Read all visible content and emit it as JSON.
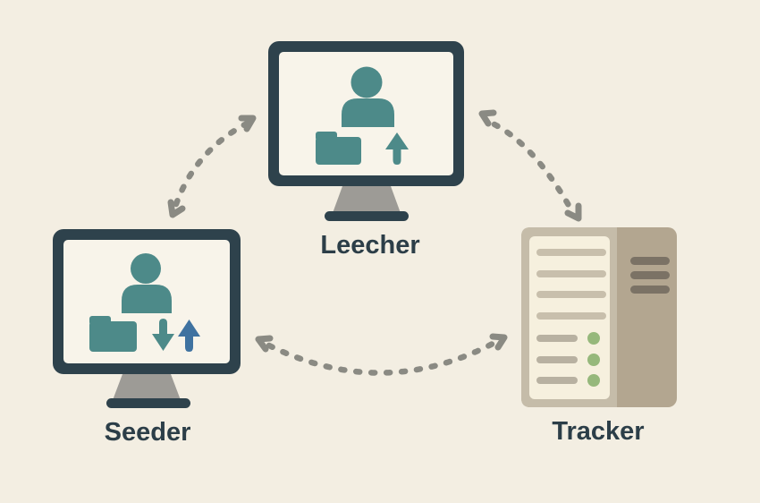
{
  "diagram": {
    "type": "network-diagram",
    "topic": "peer-to-peer file sharing roles",
    "nodes": [
      {
        "id": "leecher",
        "label": "Leecher",
        "icon": "monitor-icon",
        "screen_icons": [
          "user-icon",
          "folder-icon",
          "upload-arrow-icon"
        ]
      },
      {
        "id": "seeder",
        "label": "Seeder",
        "icon": "monitor-icon",
        "screen_icons": [
          "user-icon",
          "folder-icon",
          "download-arrow-icon",
          "upload-arrow-icon"
        ]
      },
      {
        "id": "tracker",
        "label": "Tracker",
        "icon": "server-icon",
        "details": {
          "list_lines": 4,
          "status_rows_with_green_dots": 3,
          "side_slots": 3
        }
      }
    ],
    "edges": [
      {
        "from": "seeder",
        "to": "leecher",
        "style": "dashed",
        "arrows": "both"
      },
      {
        "from": "leecher",
        "to": "tracker",
        "style": "dashed",
        "arrows": "both"
      },
      {
        "from": "seeder",
        "to": "tracker",
        "style": "dashed",
        "arrows": "both"
      }
    ],
    "colors": {
      "bg": "#f3eee2",
      "frame": "#2e424c",
      "screen": "#f8f4ea",
      "teal": "#4d8a89",
      "blue": "#3f72a0",
      "stand": "#9d9b96",
      "arrow": "#8a8a83",
      "label": "#2c3e48",
      "server-frame": "#c5bca9",
      "server-panel": "#f6f0de",
      "server-side": "#b3a690",
      "server-line": "#c8bfac",
      "server-line-short": "#b8b1a1",
      "server-slot": "#7b7265",
      "status-green": "#96b87b"
    }
  }
}
